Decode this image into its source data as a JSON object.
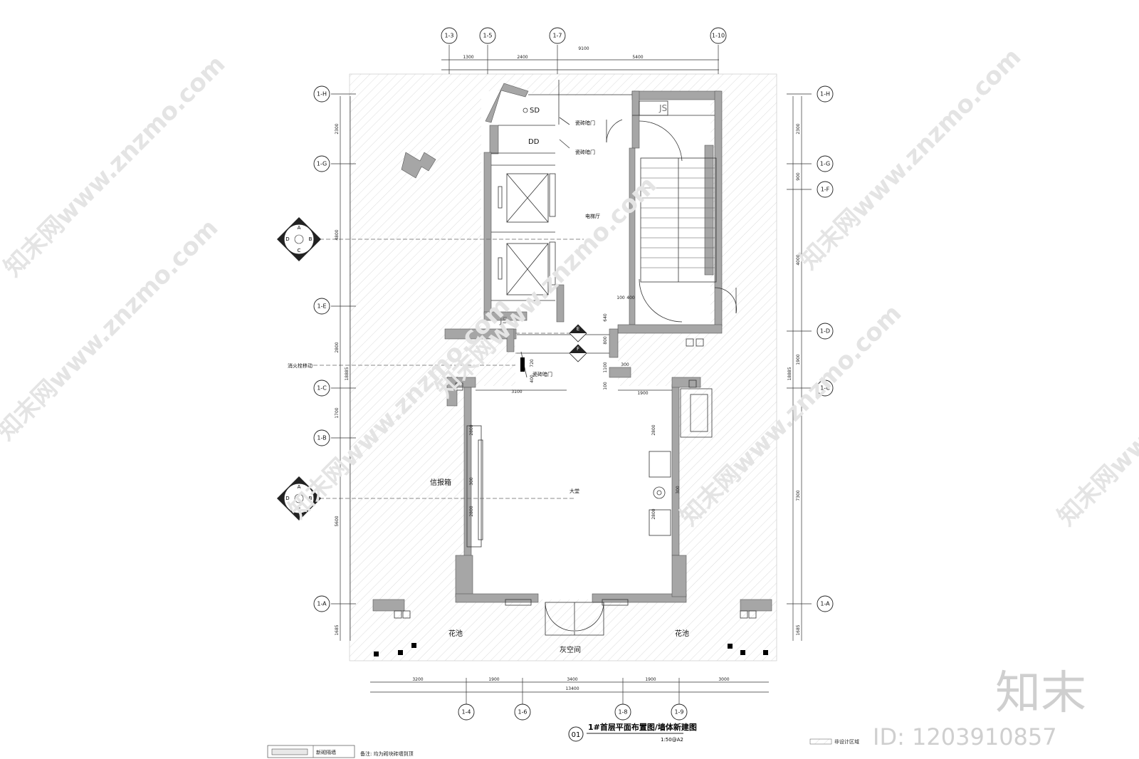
{
  "grid": {
    "top": [
      "1-3",
      "1-5",
      "1-7",
      "1-10"
    ],
    "bottom": [
      "1-4",
      "1-6",
      "1-8",
      "1-9"
    ],
    "left": [
      "1-H",
      "1-G",
      "1-E",
      "1-C",
      "1-B",
      "1-A"
    ],
    "right": [
      "1-H",
      "1-G",
      "1-F",
      "1-D",
      "1-C",
      "1-A"
    ]
  },
  "dims": {
    "top_segments": [
      "1300",
      "2400",
      "5400"
    ],
    "top_total": "9100",
    "bottom_segments": [
      "3200",
      "1900",
      "3400",
      "1900",
      "3000"
    ],
    "bottom_total": "13400",
    "left_segments": [
      "2300",
      "4800",
      "2800",
      "1700",
      "5600",
      "1685"
    ],
    "left_total": "18885",
    "right_segments": [
      "2300",
      "900",
      "4000",
      "1900",
      "7300",
      "1685"
    ],
    "right_total": "18885",
    "inner": [
      "3100",
      "1900",
      "2800",
      "2800",
      "2800",
      "2800",
      "300",
      "300",
      "640",
      "800",
      "1100",
      "300",
      "100",
      "400",
      "100",
      "720",
      "400"
    ]
  },
  "labels": {
    "sd": "SD",
    "dd": "DD",
    "js1": "JS",
    "js2": "JS",
    "door1": "瓷砖暗门",
    "door2": "瓷砖暗门",
    "door3": "瓷砖暗门",
    "elevator_hall": "电梯厅",
    "hydrant": "消火栓移动",
    "mailbox": "信报箱",
    "lobby": "大堂",
    "planter_left": "花池",
    "planter_right": "花池",
    "grey_space": "灰空间"
  },
  "markers": {
    "e": "E",
    "f": "F",
    "ref1": [
      "A",
      "B",
      "C",
      "D"
    ],
    "ref2": [
      "A",
      "B",
      "C",
      "D"
    ]
  },
  "title": {
    "number": "01",
    "text": "1#首层平面布置图/墙体新建图",
    "scale": "1:50@A2"
  },
  "legend": {
    "new_wall": "新砌隔墙",
    "note": "备注: 均为砌块砖墙到顶",
    "design_area": "非设计区域"
  },
  "watermark": {
    "site": "知末网www.znzmo.com",
    "brand": "知末",
    "id": "ID: 1203910857"
  },
  "colors": {
    "wall": "#a6a6a6",
    "line": "#222222",
    "hatch": "#d9d9d9"
  }
}
